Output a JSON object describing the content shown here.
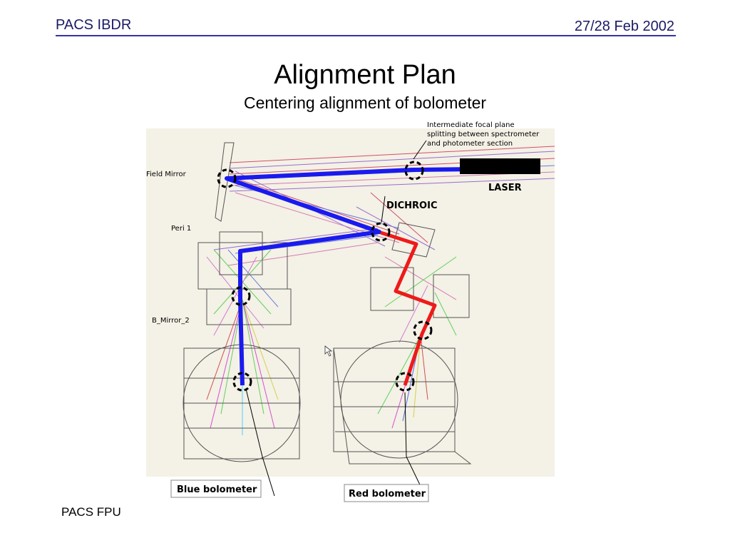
{
  "header": {
    "left": "PACS IBDR",
    "right": "27/28 Feb 2002"
  },
  "title": "Alignment Plan",
  "subtitle": "Centering alignment of bolometer",
  "footer": "PACS FPU",
  "diagram": {
    "labels": {
      "field_mirror": "Field Mirror",
      "peri": "Peri 1",
      "b_mirror": "B_Mirror_2",
      "intermediate_line1": "Intermediate focal plane",
      "intermediate_line2": "splitting between spectrometer",
      "intermediate_line3": "and photometer section",
      "laser": "LASER",
      "dichroic": "DICHROIC",
      "blue_bolometer": "Blue bolometer",
      "red_bolometer": "Red bolometer"
    },
    "colors": {
      "background": "#f4f1e6",
      "blue_beam": "#1a1aee",
      "red_beam": "#ee1a1a",
      "laser_body": "#000000"
    }
  }
}
